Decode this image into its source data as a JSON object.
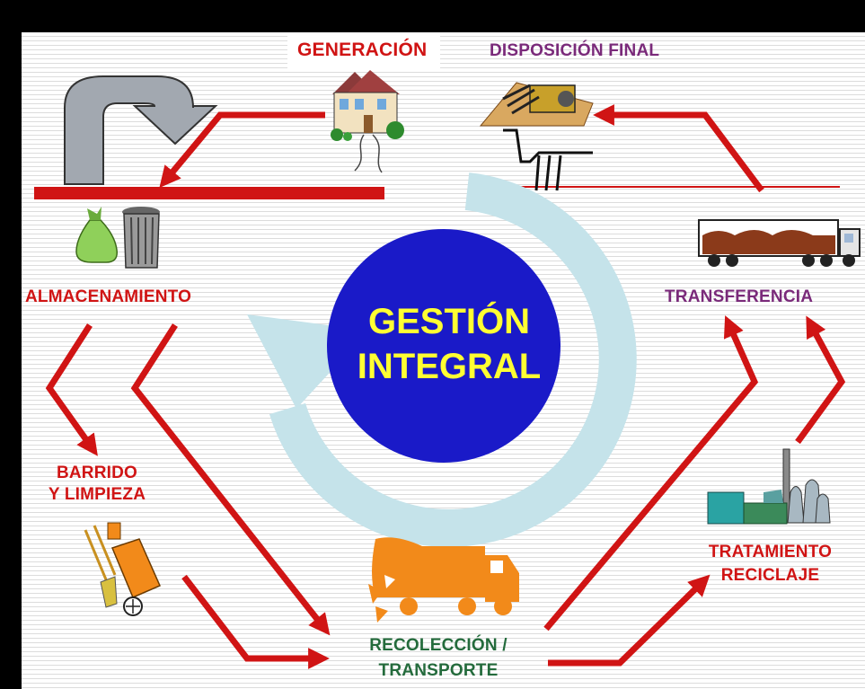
{
  "center": {
    "line1": "GESTIÓN",
    "line2": "INTEGRAL"
  },
  "labels": {
    "generacion": "GENERACIÓN",
    "disposicion_final": "DISPOSICIÓN FINAL",
    "almacenamiento": "ALMACENAMIENTO",
    "transferencia": "TRANSFERENCIA",
    "barrido_line1": "BARRIDO",
    "barrido_line2": "Y LIMPIEZA",
    "tratamiento_line1": "TRATAMIENTO",
    "tratamiento_line2": "RECICLAJE",
    "recoleccion_line1": "RECOLECCIÓN /",
    "recoleccion_line2": "TRANSPORTE"
  },
  "colors": {
    "arrow_red": "#d01414",
    "label_red": "#d01414",
    "label_purple": "#7a2a7a",
    "label_green": "#246b3c",
    "center_circle": "#1a1ac8",
    "center_text": "#ffff33",
    "cycle_ring": "#c5e3ea",
    "truck_orange": "#f28a1a"
  },
  "icons": [
    "house-icon",
    "landfill-icon",
    "u-turn-arrow-icon",
    "garbage-bag-icon",
    "trash-can-icon",
    "transfer-truck-icon",
    "sweeping-cart-icon",
    "garbage-truck-icon",
    "recycling-plant-icon"
  ]
}
